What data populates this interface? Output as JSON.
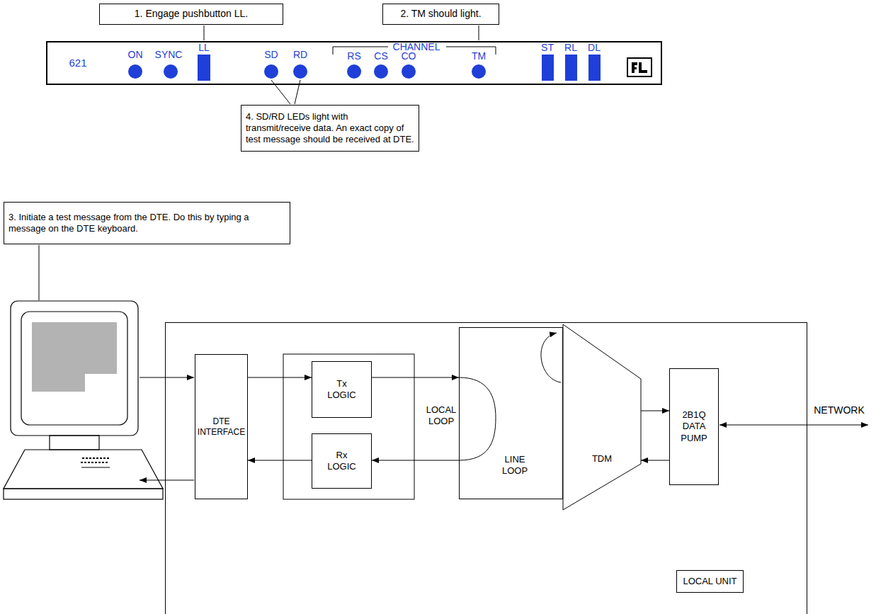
{
  "diagram": {
    "nodes": [
      {
        "text": [
          "1. Engage pushbutton LL."
        ]
      },
      {
        "text": [
          "2. TM should light."
        ]
      },
      {
        "text": [
          "621"
        ]
      },
      {
        "text": [
          "4. SD/RD LEDs light with transmit/receive data. An exact copy of test message should be received at DTE."
        ]
      },
      {
        "text": [
          "3. Initiate a test message from the DTE. Do this by typing a message on the DTE keyboard."
        ]
      },
      {
        "text": [
          "LOCAL LOOP"
        ]
      },
      {
        "text": [
          "DTE INTERFACE"
        ],
        "in": 5
      },
      {
        "text": [
          "Tx LOGIC"
        ],
        "in": 5
      },
      {
        "text": [
          "Rx LOGIC"
        ],
        "in": 5
      },
      {
        "text": [
          "LINE LOOP"
        ],
        "in": 5
      },
      {
        "text": [
          "TDM"
        ],
        "in": 5
      },
      {
        "text": [
          "2B1Q DATA PUMP"
        ],
        "in": 5
      },
      {
        "text": [
          "LOCAL UNIT"
        ],
        "in": 5
      }
    ],
    "edges": [
      {
        "from": 6,
        "to": 7,
        "arrow": "to"
      },
      {
        "from": 8,
        "to": 6,
        "arrow": "to"
      },
      {
        "from": 7,
        "to": 9,
        "arrow": "to"
      },
      {
        "from": 9,
        "to": 8,
        "arrow": "to"
      },
      {
        "from": 10,
        "to": 11,
        "arrow": "to"
      },
      {
        "from": 11,
        "to": 10,
        "arrow": "to"
      }
    ],
    "labels": [
      "ON",
      "SYNC",
      "LL",
      "SD",
      "RD",
      "CHANNEL",
      "RS",
      "CS",
      "CO",
      "TM",
      "ST",
      "RL",
      "DL",
      "NETWORK"
    ]
  }
}
